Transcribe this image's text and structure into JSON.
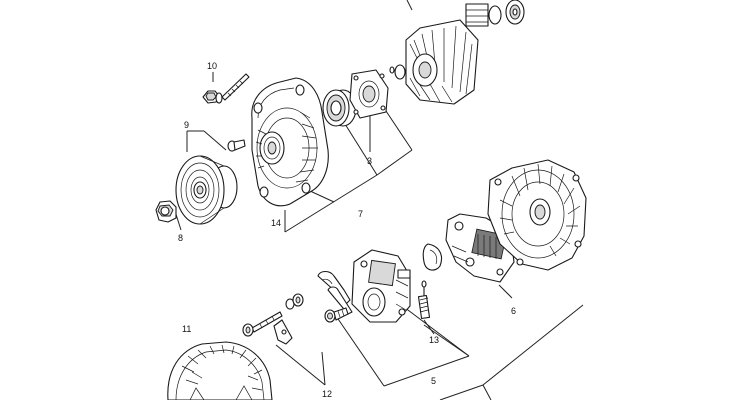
{
  "callouts": {
    "c3": "3",
    "c5": "5",
    "c6": "6",
    "c7": "7",
    "c8": "8",
    "c9": "9",
    "c10": "10",
    "c11": "11",
    "c12": "12",
    "c13": "13",
    "c14": "14"
  }
}
